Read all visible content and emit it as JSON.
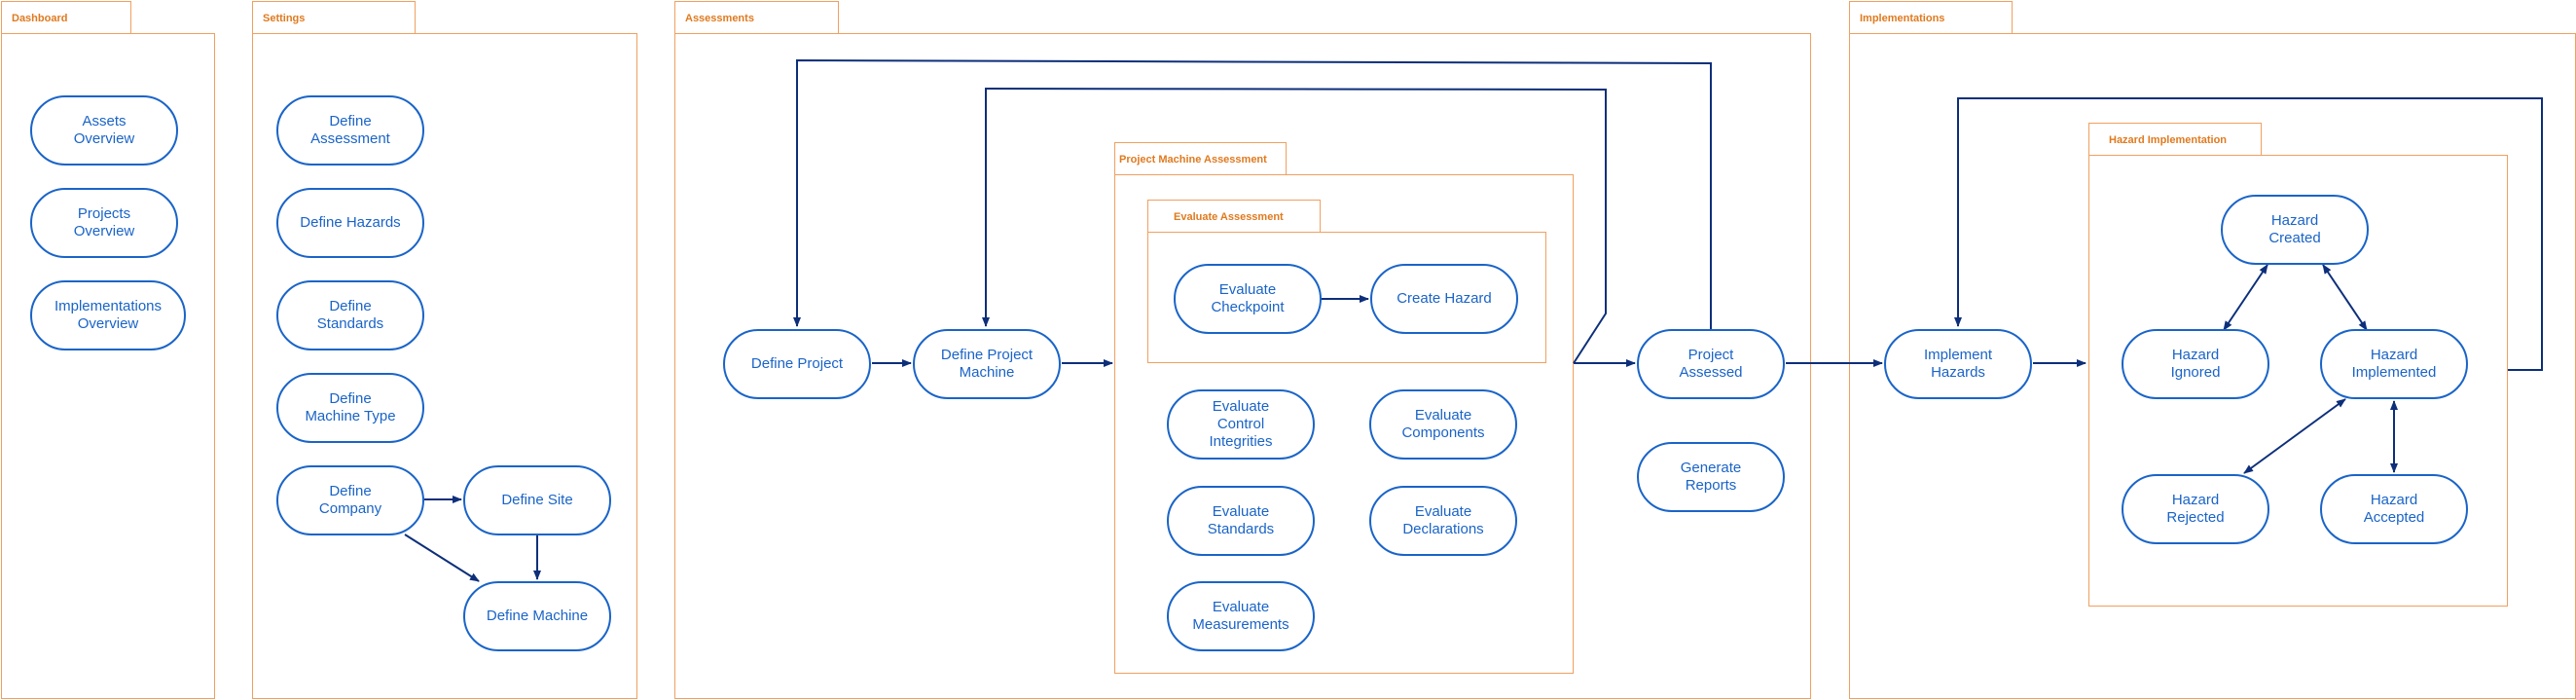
{
  "panels": {
    "dashboard": "Dashboard",
    "settings": "Settings",
    "assessments": "Assessments",
    "implementations": "Implementations",
    "project_machine_assessment": "Project Machine Assessment",
    "evaluate_assessment": "Evaluate Assessment",
    "hazard_implementation": "Hazard Implementation"
  },
  "nodes": {
    "assets_overview": "Assets\nOverview",
    "projects_overview": "Projects\nOverview",
    "implementations_overview": "Implementations\nOverview",
    "define_assessment": "Define\nAssessment",
    "define_hazards": "Define Hazards",
    "define_standards": "Define\nStandards",
    "define_machine_type": "Define\nMachine Type",
    "define_company": "Define\nCompany",
    "define_site": "Define Site",
    "define_machine": "Define Machine",
    "define_project": "Define Project",
    "define_project_machine": "Define Project\nMachine",
    "evaluate_checkpoint": "Evaluate\nCheckpoint",
    "create_hazard": "Create Hazard",
    "evaluate_control_integrities": "Evaluate\nControl\nIntegrities",
    "evaluate_components": "Evaluate\nComponents",
    "evaluate_standards": "Evaluate\nStandards",
    "evaluate_declarations": "Evaluate\nDeclarations",
    "evaluate_measurements": "Evaluate\nMeasurements",
    "project_assessed": "Project\nAssessed",
    "generate_reports": "Generate\nReports",
    "implement_hazards": "Implement\nHazards",
    "hazard_created": "Hazard\nCreated",
    "hazard_ignored": "Hazard\nIgnored",
    "hazard_implemented": "Hazard\nImplemented",
    "hazard_rejected": "Hazard\nRejected",
    "hazard_accepted": "Hazard\nAccepted"
  },
  "colors": {
    "frame": "#f0a060",
    "tab_text": "#e07a1f",
    "node": "#1a64c8",
    "edge": "#0d2f7a"
  }
}
